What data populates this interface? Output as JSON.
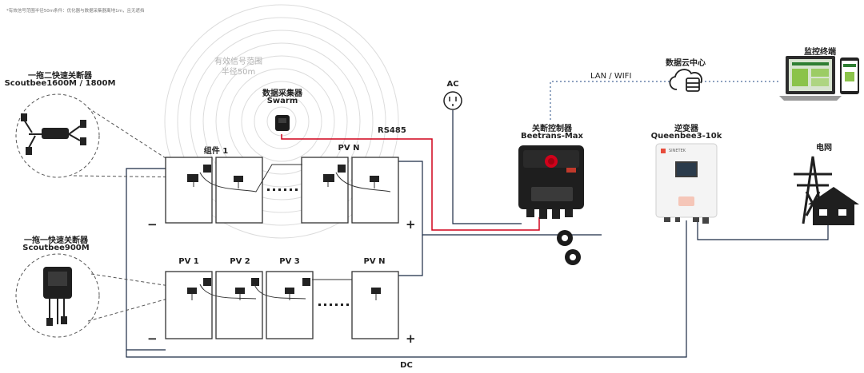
{
  "footnote": "*有效信号范围半径50m条件：优化器与数据采集器离地1m，且无遮挡",
  "signal_range": {
    "line1": "有效信号范围",
    "line2": "半径50m"
  },
  "collector": {
    "name": "数据采集器",
    "model": "Swarm"
  },
  "rs485_label": "RS485",
  "ac_label": "AC",
  "lan_label": "LAN / WIFI",
  "cloud_label": "数据云中心",
  "monitor_label": "监控终端",
  "controller": {
    "name": "关断控制器",
    "model": "Beetrans-Max"
  },
  "inverter": {
    "name": "逆变器",
    "model": "Queenbee3-10k",
    "brand": "SINETEK"
  },
  "grid_label": "电网",
  "device_top": {
    "name": "一拖二快速关断器",
    "model": "Scoutbee1600M / 1800M"
  },
  "device_bottom": {
    "name": "一拖一快速关断器",
    "model": "Scoutbee900M"
  },
  "string1": {
    "label_first": "组件 1",
    "label_last": "PV N",
    "minus": "−",
    "plus": "+"
  },
  "string2": {
    "labels": [
      "PV 1",
      "PV 2",
      "PV 3",
      "PV N"
    ],
    "minus": "−",
    "plus": "+"
  },
  "dc_label": "DC",
  "colors": {
    "rs485": "#d0021b",
    "wire": "#1a2a44",
    "lan": "#4a6a9a",
    "dashed": "#555555",
    "panel": "#333333"
  }
}
